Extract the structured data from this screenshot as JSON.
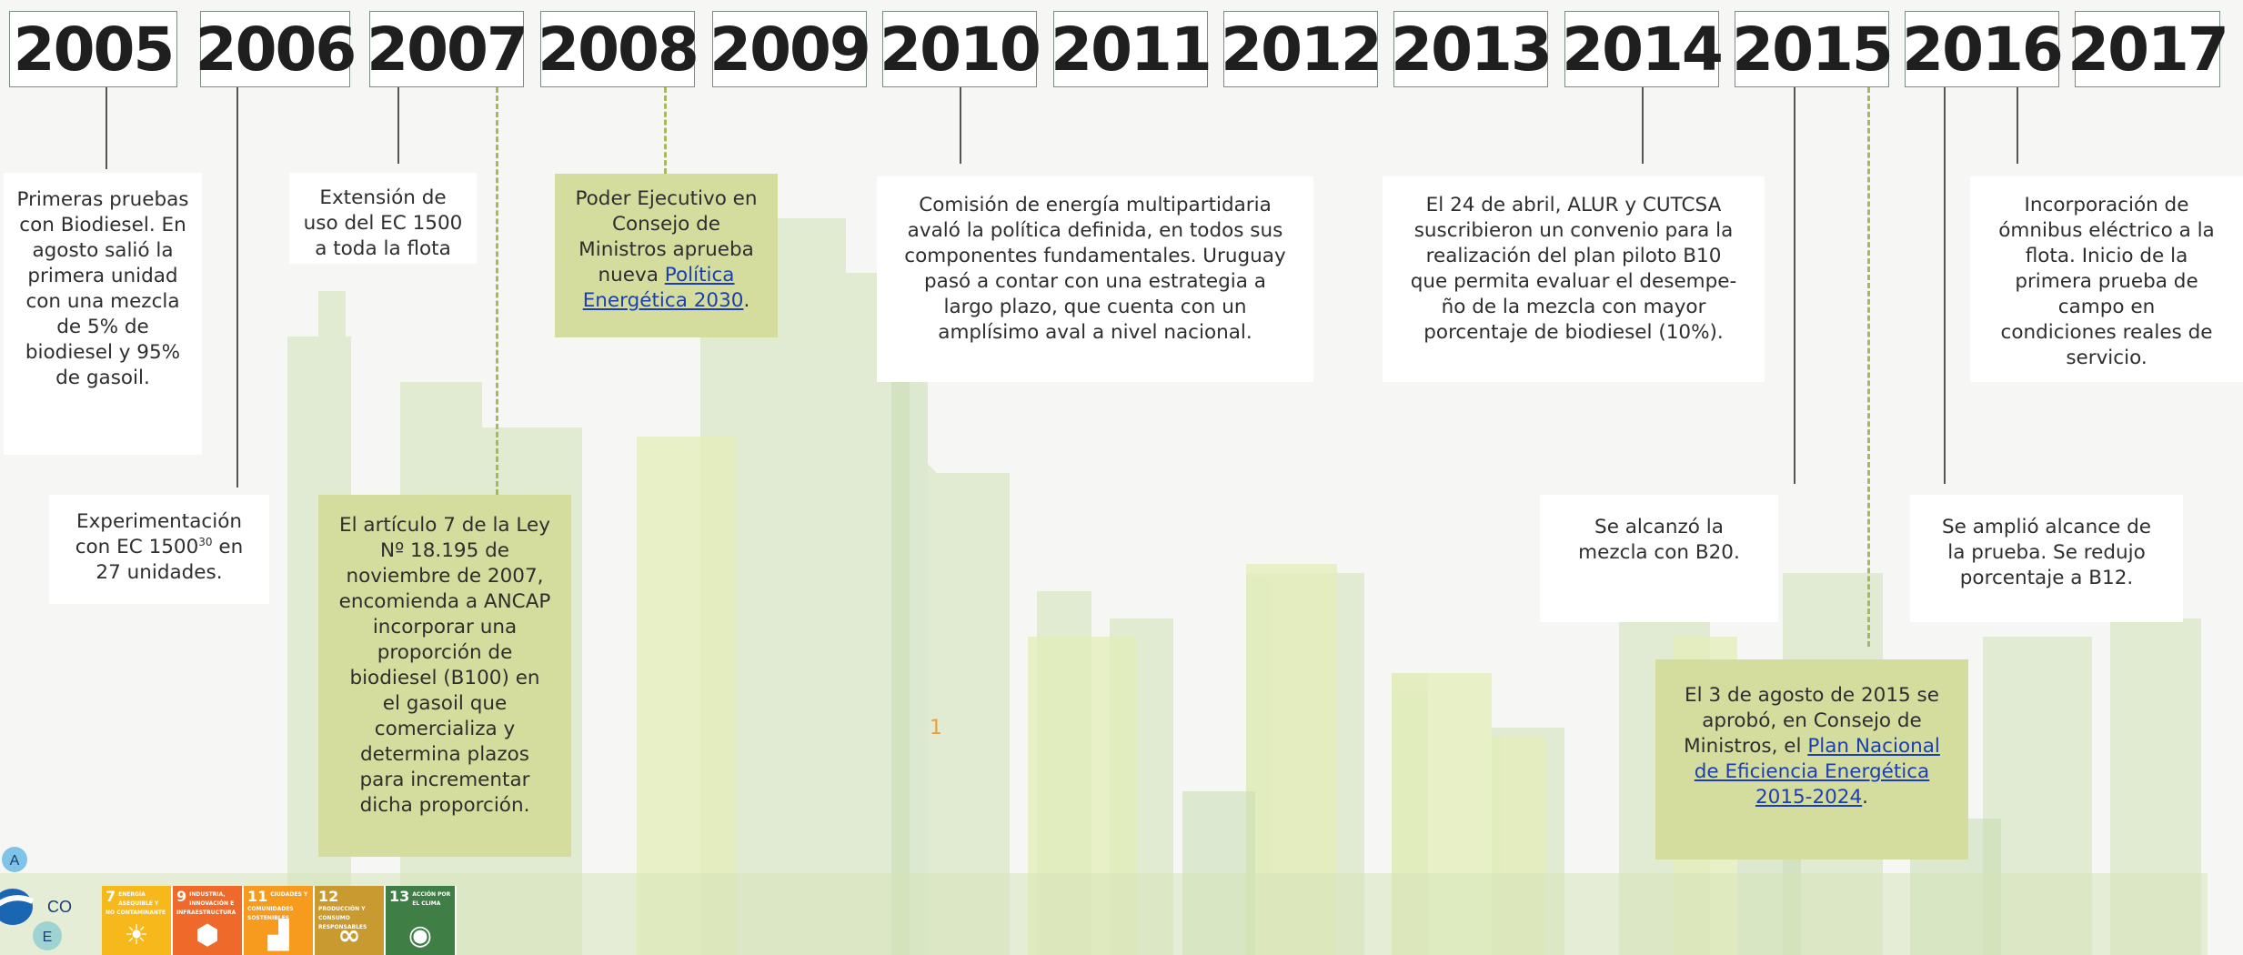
{
  "years": [
    "2005",
    "2006",
    "2007",
    "2008",
    "2009",
    "2010",
    "2011",
    "2012",
    "2013",
    "2014",
    "2015",
    "2016",
    "2017"
  ],
  "events": {
    "e2005_top": "Primeras pruebas con Biodiesel. En agosto salió la primera unidad con una mezcla de 5% de biodiesel y 95% de gasoil.",
    "e2006_bottom_a": "Experimentación con EC 1500",
    "e2006_bottom_sup": "30",
    "e2006_bottom_b": " en 27 unidades.",
    "e2007_top": "Extensión de uso del EC 1500 a toda la flota",
    "e2007_bottom": "El artículo 7 de la Ley Nº 18.195 de noviembre de 2007, encomienda a ANCAP incorporar una proporción de biodiesel (B100) en el gasoil que comercializa y determina plazos para incrementar dicha proporción.",
    "e2008_text": "Poder Ejecutivo en Consejo de Ministros aprueba nueva",
    "e2008_link": "Política Energética 2030",
    "e2008_tail": ".",
    "e2010_top": "Comisión de energía multipartidaria avaló la política definida, en todos sus componentes fundamentales. Uruguay pasó a contar con una estrategia a largo plazo, que cuenta con un amplísimo aval a nivel nacional.",
    "e2014_top": "El 24 de abril, ALUR y CUTCSA suscribieron un convenio para la realización del plan piloto B10 que permita evaluar el desempe-ño de la mezcla con mayor porcentaje de biodiesel (10%).",
    "e2015_mid": "Se alcanzó la mezcla con B20.",
    "e2015_bottom_text": "El 3 de agosto de 2015 se aprobó, en Consejo de Ministros, el",
    "e2015_bottom_link": "Plan Nacional de Eficiencia Energética 2015-2024",
    "e2015_bottom_tail": ".",
    "e2016_mid": "Se amplió alcance de la prueba. Se redujo porcentaje a B12.",
    "e2017_top": "Incorporación de ómnibus eléctrico a la flota. Inicio de la primera prueba de campo en condiciones reales de servicio."
  },
  "page_number": "1",
  "logo": {
    "letters": [
      "A",
      "CO",
      "E"
    ]
  },
  "sdg_icons": [
    {
      "num": "7",
      "label": "ENERGÍA ASEQUIBLE Y NO CONTAMINANTE",
      "color": "#f7b81c",
      "icon": "sun-icon",
      "glyph": "☀"
    },
    {
      "num": "9",
      "label": "INDUSTRIA, INNOVACIÓN E INFRAESTRUCTURA",
      "color": "#ef6a2a",
      "icon": "cubes-icon",
      "glyph": "⬢"
    },
    {
      "num": "11",
      "label": "CIUDADES Y COMUNIDADES SOSTENIBLES",
      "color": "#f79b1f",
      "icon": "city-icon",
      "glyph": "▟"
    },
    {
      "num": "12",
      "label": "PRODUCCIÓN Y CONSUMO RESPONSABLES",
      "color": "#c99a30",
      "icon": "infinity-icon",
      "glyph": "∞"
    },
    {
      "num": "13",
      "label": "ACCIÓN POR EL CLIMA",
      "color": "#3f7e44",
      "icon": "eye-icon",
      "glyph": "◉"
    }
  ]
}
